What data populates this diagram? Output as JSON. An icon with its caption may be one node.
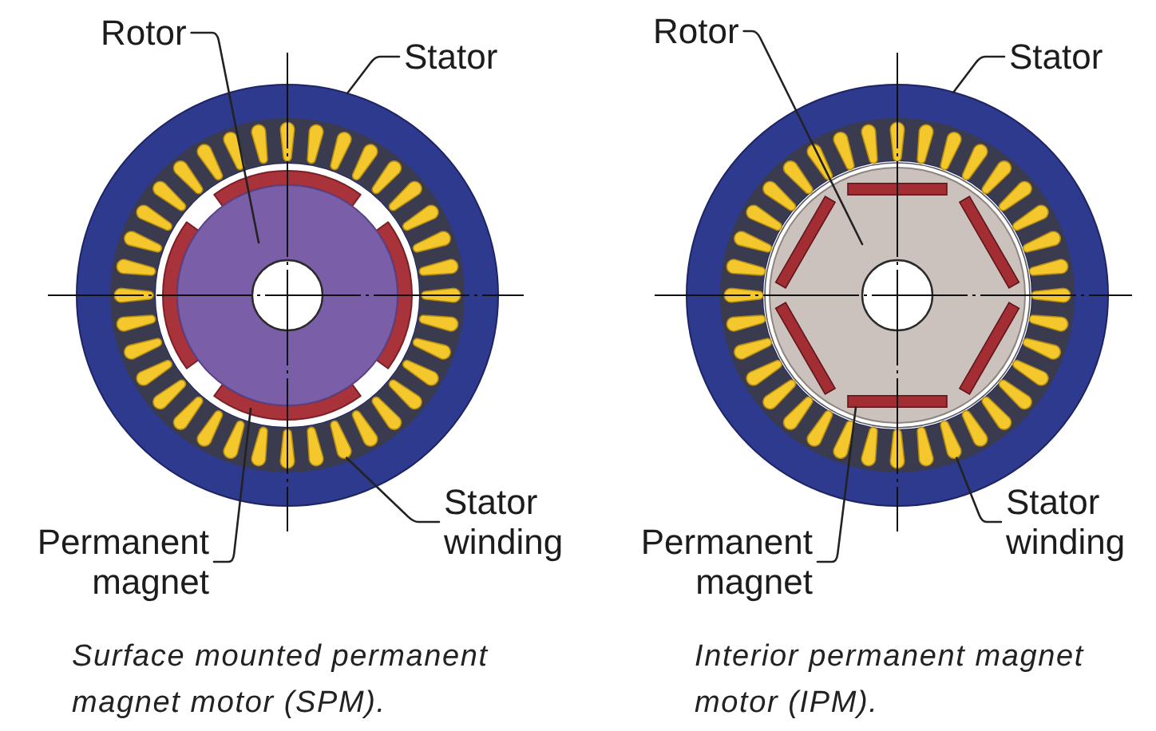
{
  "diagram": {
    "nodes": [
      {
        "text": [
          "Rotor"
        ]
      },
      {
        "text": [
          "Stator"
        ]
      },
      {
        "text": [],
        "shape": "circle"
      },
      {
        "text": [],
        "shape": "bar",
        "in": 2
      },
      {
        "text": [],
        "shape": "arc",
        "in": 3
      },
      {
        "text": [],
        "shape": "circle",
        "in": 4
      },
      {
        "text": [
          "Permanent magnet"
        ]
      },
      {
        "text": [
          "Stator winding"
        ]
      },
      {
        "text": [
          "Rotor"
        ]
      },
      {
        "text": [
          "Stator"
        ]
      },
      {
        "text": [],
        "shape": "circle"
      },
      {
        "text": [],
        "shape": "bar",
        "in": 10
      },
      {
        "text": [],
        "shape": "circle",
        "in": 11
      },
      {
        "text": [],
        "shape": "bar",
        "in": 12
      },
      {
        "text": [
          "Permanent magnet"
        ]
      },
      {
        "text": [
          "Stator winding"
        ]
      }
    ],
    "edges": [
      {
        "from": 0,
        "to": 5,
        "arrow": "none"
      },
      {
        "from": 1,
        "to": 2,
        "arrow": "none"
      },
      {
        "from": 6,
        "to": 4,
        "arrow": "none"
      },
      {
        "from": 7,
        "to": 3,
        "arrow": "none"
      },
      {
        "from": 8,
        "to": 12,
        "arrow": "none"
      },
      {
        "from": 9,
        "to": 10,
        "arrow": "none"
      },
      {
        "from": 14,
        "to": 13,
        "arrow": "none"
      },
      {
        "from": 15,
        "to": 11,
        "arrow": "none"
      }
    ],
    "labels": [
      "Surface mounted permanent magnet motor (SPM).",
      "Interior permanent magnet motor (IPM)."
    ]
  }
}
